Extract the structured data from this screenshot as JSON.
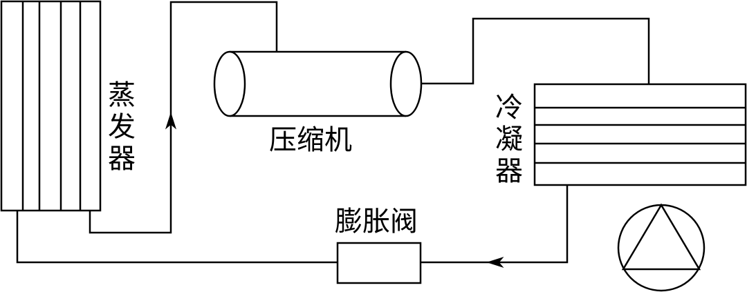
{
  "diagram": {
    "title": "Refrigeration cycle",
    "stroke_color": "#000000",
    "background_color": "#ffffff",
    "components": {
      "evaporator": {
        "label": "蒸发器",
        "chars": [
          "蒸",
          "发",
          "器"
        ],
        "tube_count": 5
      },
      "compressor": {
        "label": "压缩机"
      },
      "condenser": {
        "label": "冷凝器",
        "chars": [
          "冷",
          "凝",
          "器"
        ],
        "tube_count": 5
      },
      "expansion_valve": {
        "label": "膨胀阀"
      },
      "fan": {
        "symbol": "circle-with-triangle"
      }
    },
    "flow": [
      {
        "from": "evaporator",
        "to": "compressor",
        "arrow": "up"
      },
      {
        "from": "compressor",
        "to": "condenser",
        "arrow": "none"
      },
      {
        "from": "condenser",
        "to": "expansion_valve",
        "arrow": "left"
      },
      {
        "from": "expansion_valve",
        "to": "evaporator",
        "arrow": "none"
      }
    ]
  }
}
